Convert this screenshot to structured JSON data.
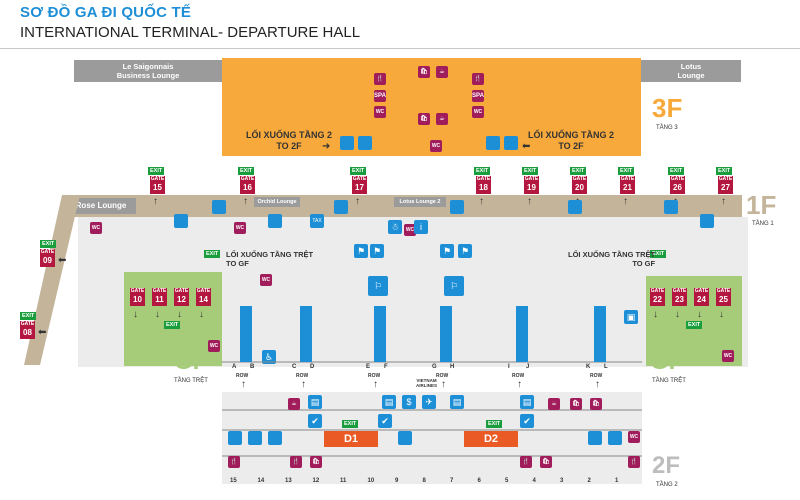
{
  "header": {
    "title": "SƠ ĐỒ GA ĐI QUỐC TẾ",
    "subtitle": "INTERNATIONAL TERMINAL- DEPARTURE HALL"
  },
  "lounges": {
    "saigonnais": "Le Saigonnais\nBusiness Lounge",
    "lotus": "Lotus\nLounge",
    "rose": "Rose Lounge",
    "orchid": "Orchid Lounge",
    "lotus2": "Lotus Lounge 2"
  },
  "floors": {
    "f3": {
      "code": "3F",
      "name": "TẦNG 3"
    },
    "f1": {
      "code": "1F",
      "name": "TẦNG 1"
    },
    "gf_left": {
      "code": "GF",
      "name": "TẦNG TRỆT"
    },
    "gf_right": {
      "code": "GF",
      "name": "TẦNG TRỆT"
    },
    "f2": {
      "code": "2F",
      "name": "TẦNG 2"
    }
  },
  "directions": {
    "down2_line1": "LỐI XUỐNG TẦNG 2",
    "down2_line2": "TO 2F",
    "downgf_line1": "LỐI XUỐNG TẦNG TRỆT",
    "downgf_line2": "TO GF"
  },
  "labels": {
    "exit": "EXIT",
    "gate": "GATE",
    "wc": "WC",
    "spa": "SPA",
    "tax": "TAX",
    "row": "ROW",
    "airline": "VIETNAM\nAIRLINES"
  },
  "gates_1f": [
    "15",
    "16",
    "17",
    "18",
    "19",
    "20",
    "21",
    "26",
    "27"
  ],
  "gates_gf_left": [
    "10",
    "11",
    "12",
    "14"
  ],
  "gates_gf_right": [
    "22",
    "23",
    "24",
    "25"
  ],
  "gates_side": [
    "09",
    "08"
  ],
  "departure_gates": [
    "D1",
    "D2"
  ],
  "rows": [
    "A",
    "B",
    "C",
    "D",
    "E",
    "F",
    "G",
    "H",
    "I",
    "J",
    "K",
    "L"
  ],
  "counter_numbers": [
    "15",
    "14",
    "13",
    "12",
    "11",
    "10",
    "9",
    "8",
    "7",
    "6",
    "5",
    "4",
    "3",
    "2",
    "1"
  ],
  "colors": {
    "level3": "#f7a93b",
    "level1": "#c4b49a",
    "ground": "#a6cc7a",
    "gate": "#b3173f",
    "exit": "#1a9d3d",
    "service": "#1c8fd7",
    "dgate": "#ea5a24"
  }
}
